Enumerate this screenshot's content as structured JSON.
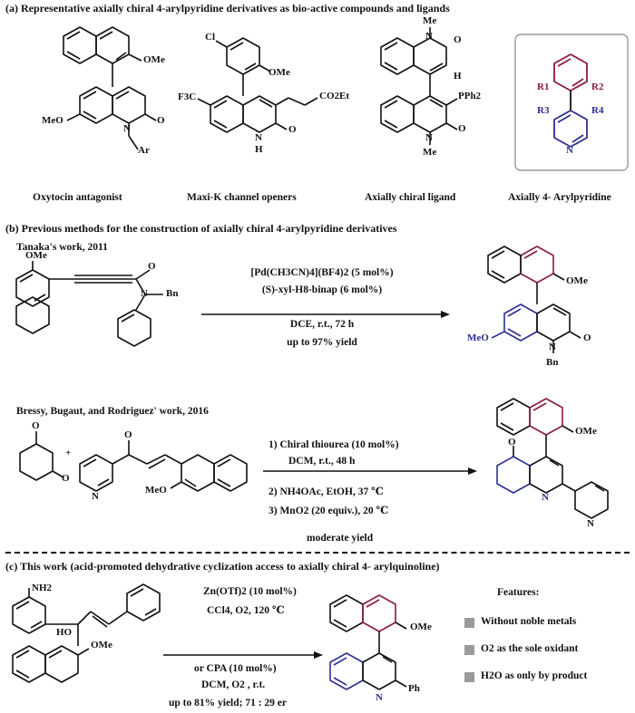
{
  "section_a": {
    "heading": "(a)  Representative axially chiral 4-arylpyridine derivatives as bio-active compounds and ligands",
    "compounds": [
      {
        "label": "Oxytocin antagonist",
        "groups": [
          "OMe",
          "MeO",
          "N",
          "O",
          "Ar"
        ]
      },
      {
        "label": "Maxi-K channel openers",
        "groups": [
          "Cl",
          "OMe",
          "F3C",
          "CO2Et",
          "N",
          "H",
          "O"
        ]
      },
      {
        "label": "Axially chiral ligand",
        "groups": [
          "Me",
          "N",
          "O",
          "H",
          "PPh2",
          "N",
          "O",
          "Me"
        ]
      },
      {
        "label": "Axially 4- Arylpyridine",
        "groups": [
          "R1",
          "R2",
          "R3",
          "R4",
          "N"
        ]
      }
    ]
  },
  "section_b": {
    "heading": "(b)  Previous methods for the construction of axially chiral 4-arylpyridine derivatives",
    "work1": {
      "title": "Tanaka's work, 2011",
      "reactant_groups": [
        "OMe",
        "O",
        "N",
        "Bn"
      ],
      "conditions": [
        "[Pd(CH3CN)4](BF4)2 (5 mol%)",
        "(S)-xyl-H8-binap (6 mol%)",
        "DCE, r.t., 72 h",
        "up to 97% yield"
      ],
      "product_groups": [
        "OMe",
        "MeO",
        "N",
        "O",
        "Bn"
      ]
    },
    "work2": {
      "title": "Bressy,  Bugaut,  and Rodriguez' work, 2016",
      "reactant_groups": [
        "O",
        "O",
        "+",
        "O",
        "N",
        "MeO"
      ],
      "conditions": [
        "1)  Chiral thiourea (10 mol%)",
        "DCM,  r.t.,  48 h",
        "2)  NH4OAc,  EtOH,  37 ℃",
        "3)  MnO2 (20 equiv.),  20 ℃",
        "moderate yield"
      ],
      "product_groups": [
        "OMe",
        "O",
        "N",
        "N"
      ]
    }
  },
  "section_c": {
    "heading": "(c)  This work (acid-promoted dehydrative cyclization access to axially  chiral 4- arylquinoline)",
    "reactant_groups": [
      "NH2",
      "HO",
      "OMe"
    ],
    "conditions": [
      "Zn(OTf)2 (10 mol%)",
      "CCl4,  O2,  120 ℃",
      "or CPA  (10  mol%)",
      "DCM, O2 ,  r.t.",
      "up  to  81% yield;  71 : 29 er"
    ],
    "product_groups": [
      "OMe",
      "N",
      "Ph"
    ],
    "features_title": "Features:",
    "features": [
      "Without noble metals",
      "O2 as the sole oxidant",
      "H2O as only by product"
    ]
  },
  "colors": {
    "blue": "#2b2f8f",
    "red": "#8a1a3b",
    "black": "#111111",
    "feature_box": "#9a9a9a",
    "panel_border": "#9a9a9a"
  }
}
